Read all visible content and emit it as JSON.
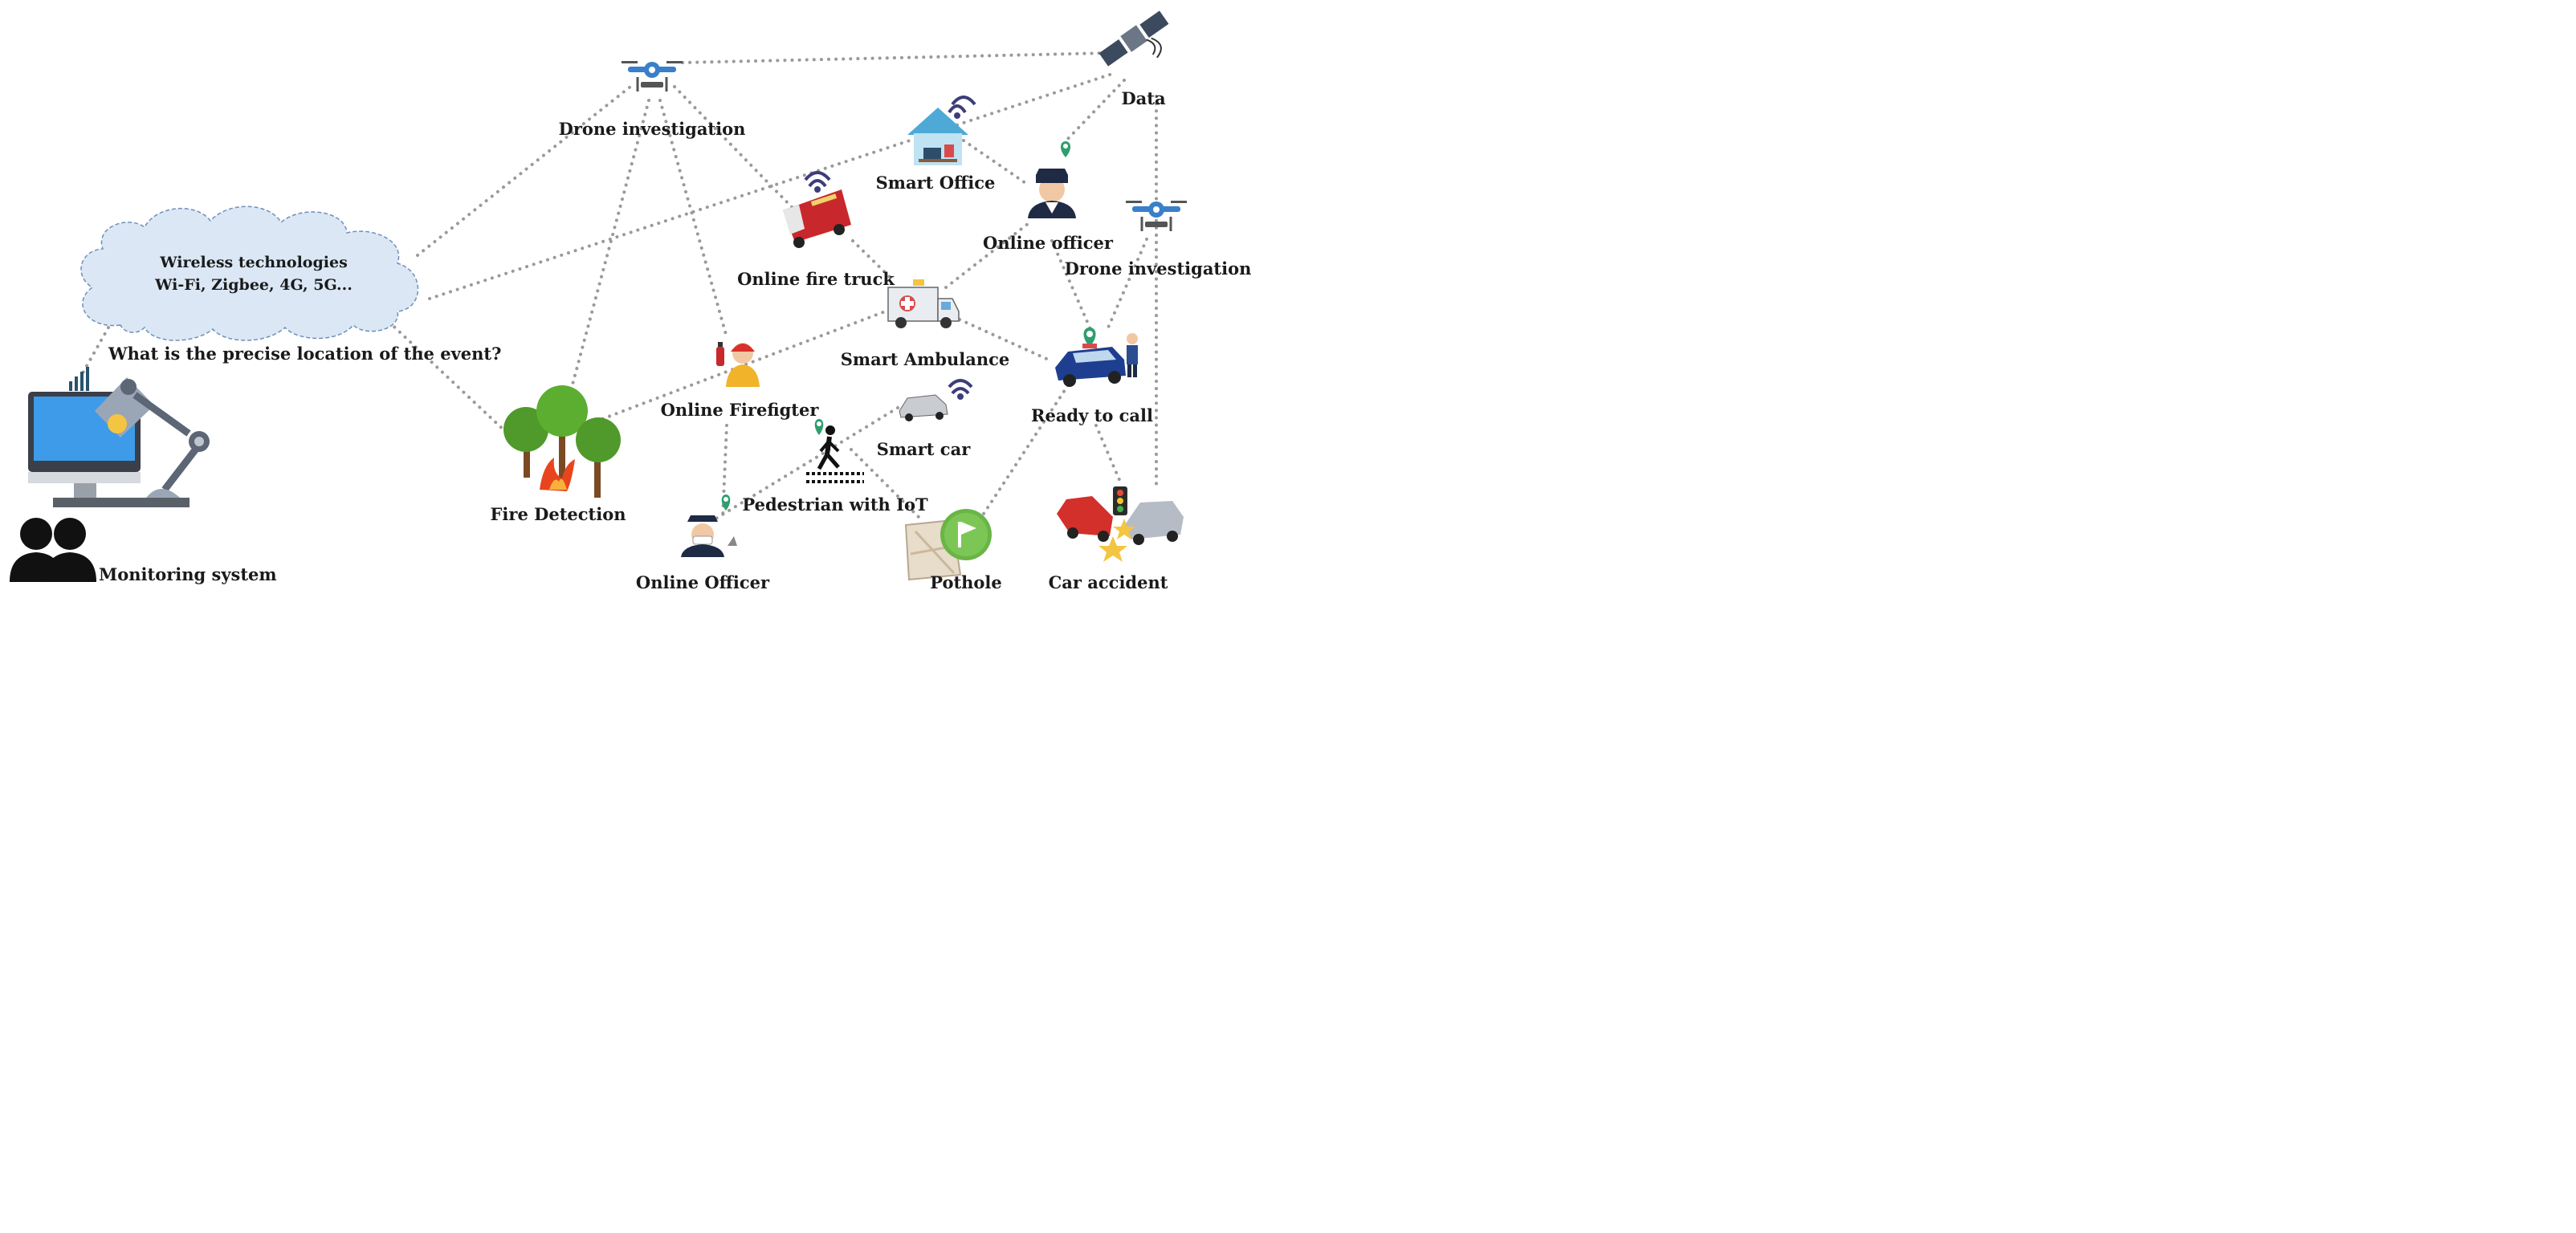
{
  "cloud": {
    "line1": "Wireless technologies",
    "line2": "Wi-Fi, Zigbee, 4G, 5G..."
  },
  "question": "What is the precise location of the event?",
  "nodes": {
    "drone_top": "Drone investigation",
    "data": "Data",
    "smart_office": "Smart Office",
    "online_officer_top": "Online officer",
    "drone_right": "Drone investigation",
    "fire_truck": "Online fire truck",
    "ambulance": "Smart Ambulance",
    "ready_to_call": "Ready to call",
    "firefighter": "Online Firefigter",
    "smart_car": "Smart car",
    "fire_detection": "Fire Detection",
    "pedestrian": "Pedestrian with IoT",
    "online_officer_bottom": "Online Officer",
    "pothole": "Pothole",
    "car_accident": "Car accident",
    "monitoring": "Monitoring system"
  },
  "colors": {
    "link": "#9a9a9a",
    "cloud_fill": "#dbe7f5",
    "cloud_stroke": "#6f8fb8",
    "monitor_screen": "#3d9be9",
    "drone": "#3a7fc9",
    "pin": "#2f9e6e",
    "pothole_flag": "#69b545"
  }
}
